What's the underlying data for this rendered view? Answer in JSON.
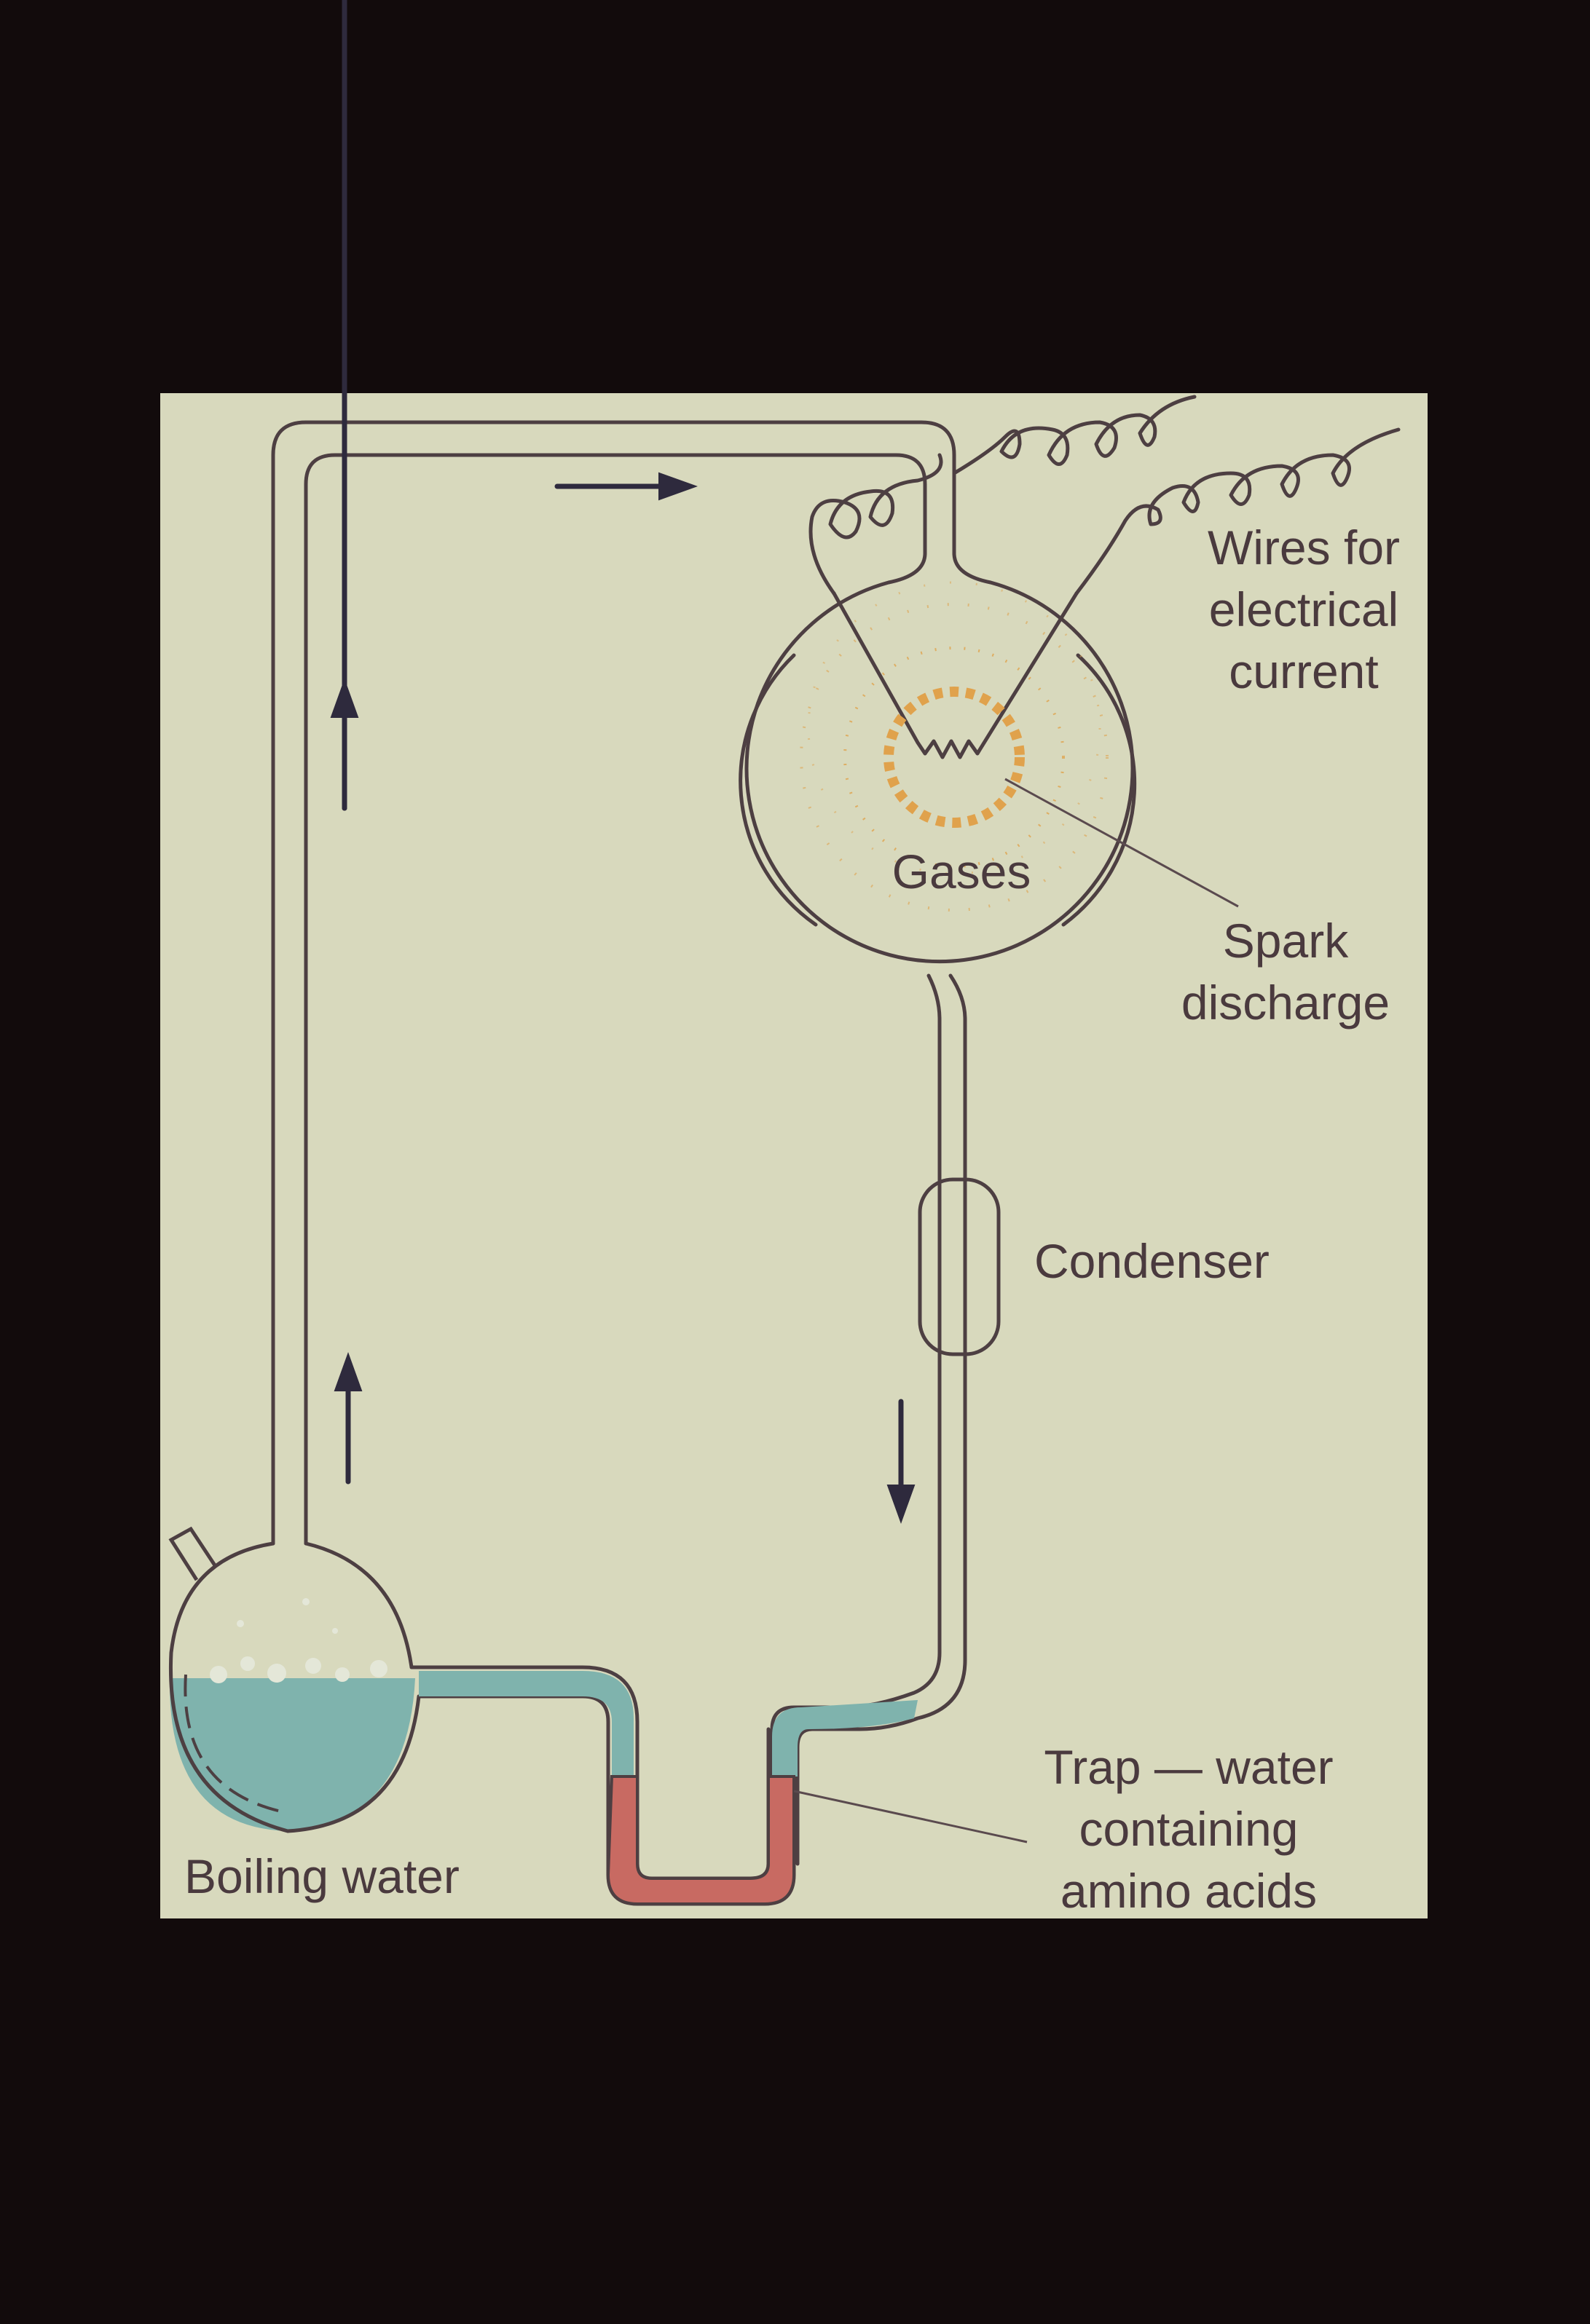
{
  "labels": {
    "wires": [
      "Wires for",
      "electrical",
      "current"
    ],
    "spark": [
      "Spark",
      "discharge"
    ],
    "gases": "Gases",
    "condenser": "Condenser",
    "boiling": "Boiling water",
    "trap": [
      "Trap — water",
      "containing",
      "amino acids"
    ]
  },
  "colors": {
    "background": "#120b0c",
    "panel": "#d8d9bd",
    "line": "#4d3f42",
    "water": "#7fb3ad",
    "trap_liquid": "#c86a62",
    "spark": "#e0a24c",
    "label": "#4a3a3e"
  },
  "icons": {
    "flow_arrows": [
      "arrow-right-icon",
      "arrow-up-icon",
      "arrow-up-icon",
      "arrow-down-icon"
    ],
    "spark": "spark-burst-icon",
    "wires": "coiled-wire-icon"
  }
}
